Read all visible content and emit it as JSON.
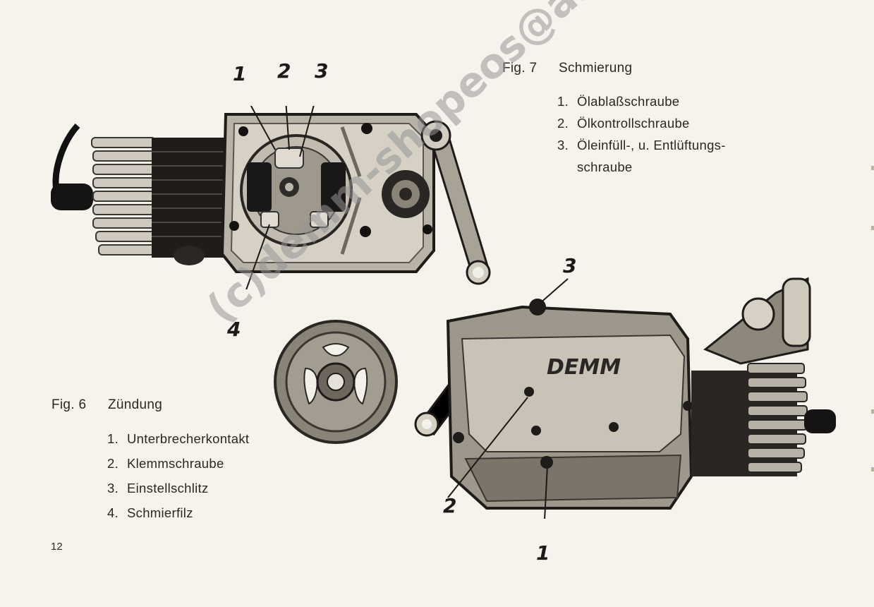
{
  "page_number": "12",
  "fig6": {
    "label": "Fig. 6",
    "title": "Zündung",
    "items": [
      {
        "num": "1.",
        "text": "Unterbrecherkontakt"
      },
      {
        "num": "2.",
        "text": "Klemmschraube"
      },
      {
        "num": "3.",
        "text": "Einstellschlitz"
      },
      {
        "num": "4.",
        "text": "Schmierfilz"
      }
    ],
    "callouts": [
      "1",
      "2",
      "3",
      "4"
    ]
  },
  "fig7": {
    "label": "Fig. 7",
    "title": "Schmierung",
    "items": [
      {
        "num": "1.",
        "text": "Ölablaßschraube"
      },
      {
        "num": "2.",
        "text": "Ölkontrollschraube"
      },
      {
        "num": "3.",
        "text": "Öleinfüll-, u. Entlüftungs-",
        "cont": "schraube"
      }
    ],
    "callouts": [
      "3",
      "2",
      "1"
    ]
  },
  "engine_logo": "DEMM",
  "watermark": "(c)demm-shopeos@arcor.de"
}
